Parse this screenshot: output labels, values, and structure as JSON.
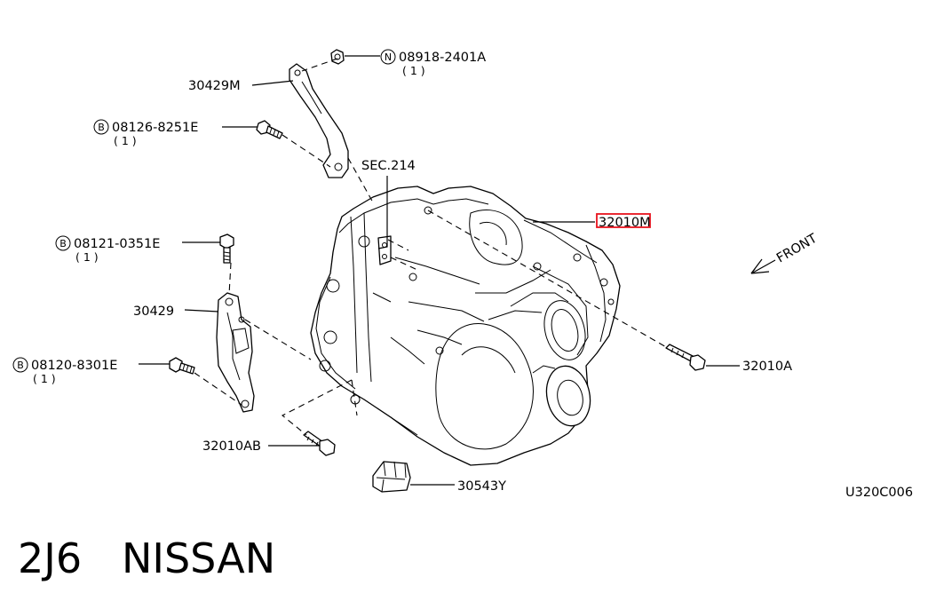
{
  "callouts": {
    "part_30429m": "30429M",
    "nut_n": {
      "symbol": "N",
      "number": "08918-2401A",
      "qty": "( 1 )"
    },
    "bolt_b1": {
      "symbol": "B",
      "number": "08126-8251E",
      "qty": "( 1 )"
    },
    "sec_ref": "SEC.214",
    "part_32010m": "32010M",
    "front": "FRONT",
    "bolt_b2": {
      "symbol": "B",
      "number": "08121-0351E",
      "qty": "( 1 )"
    },
    "part_30429": "30429",
    "bolt_b3": {
      "symbol": "B",
      "number": "08120-8301E",
      "qty": "( 1 )"
    },
    "part_32010a": "32010A",
    "part_32010ab": "32010AB",
    "part_30543y": "30543Y"
  },
  "diagram_code": "U320C006",
  "footer": {
    "code": "2J6",
    "brand": "NISSAN"
  },
  "colors": {
    "highlight": "#e8131d",
    "ink": "#000000",
    "background": "#ffffff"
  }
}
